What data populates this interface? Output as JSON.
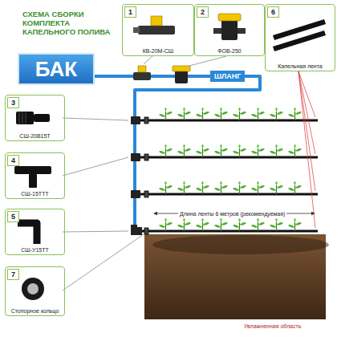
{
  "diagram": {
    "title": "СХЕМА СБОРКИ КОМПЛЕКТА КАПЕЛЬНОГО ПОЛИВА",
    "nodes": [
      {
        "text": [
          "1",
          "КВ-20М-СШ"
        ]
      },
      {
        "text": [
          "2",
          "ФОВ-250"
        ]
      },
      {
        "text": [
          "6",
          "Капельная лента"
        ]
      },
      {
        "text": [
          "БАК"
        ]
      },
      {
        "text": [
          "ШЛАНГ"
        ]
      },
      {
        "text": [
          "3",
          "СШ-20В15Т"
        ]
      },
      {
        "text": [
          "4",
          "СШ-15ТТТ"
        ]
      },
      {
        "text": [
          "5",
          "СШ-У15ТТ"
        ]
      },
      {
        "text": [
          "7",
          "Стопорное кольцо"
        ]
      }
    ],
    "edges": [
      {
        "from": 3,
        "to": 4,
        "arrow": "none"
      }
    ],
    "labels": [
      "Длина ленты 6 метров (рекомендуемая)",
      "Увлажненная область"
    ]
  }
}
